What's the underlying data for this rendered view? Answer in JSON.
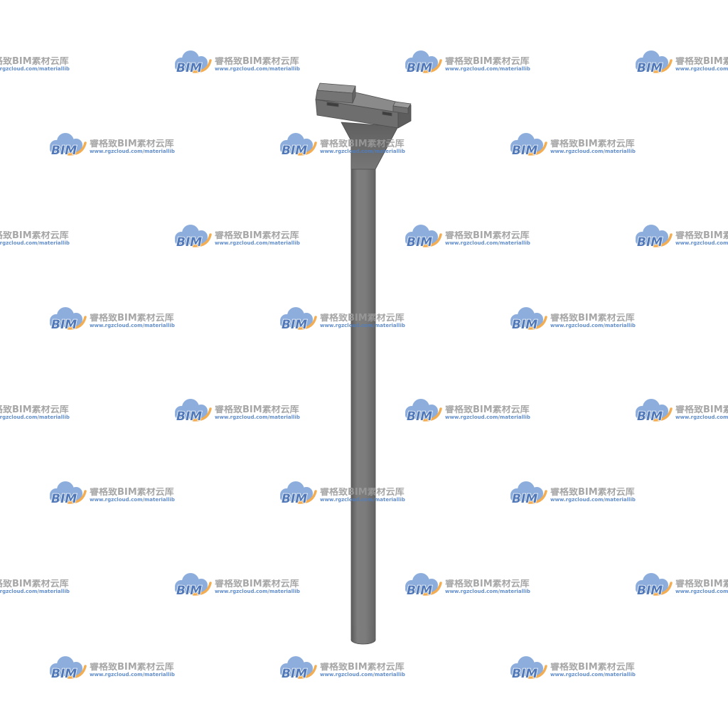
{
  "watermark": {
    "logo_text": "BIM",
    "name": "睿格致BIM素材云库",
    "url": "www.rgzcloud.com/materiallib"
  },
  "icons": {
    "logo": "bim-cloud-logo-icon",
    "model": "column-with-capital-icon"
  },
  "colors": {
    "background": "#ffffff",
    "logo_cloud": "#7ea3d8",
    "logo_text": "#3a67b0",
    "logo_swoosh": "#f2a23b",
    "brand_name_text": "#9b9b9b",
    "url_text": "#4d7fc4",
    "model_grey": "#777777"
  }
}
